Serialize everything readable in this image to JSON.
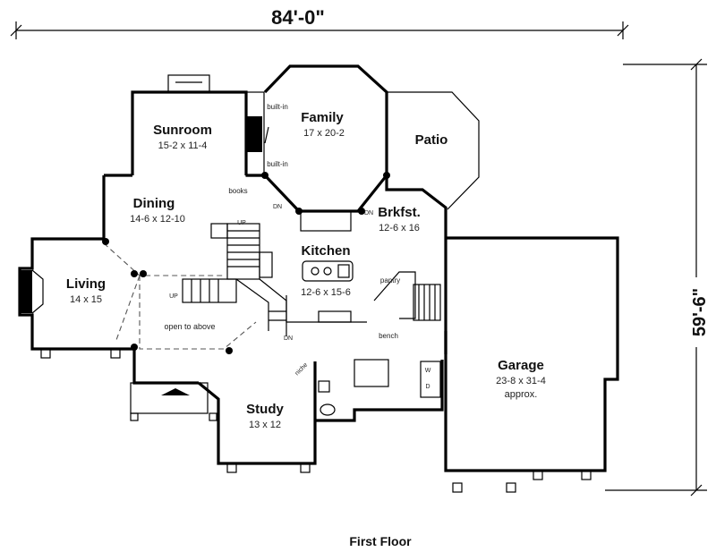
{
  "dimensions": {
    "width": "84'-0\"",
    "depth": "59'-6\""
  },
  "caption": "First Floor",
  "rooms": {
    "sunroom": {
      "name": "Sunroom",
      "size": "15-2 x 11-4"
    },
    "family": {
      "name": "Family",
      "size": "17 x 20-2"
    },
    "patio": {
      "name": "Patio"
    },
    "dining": {
      "name": "Dining",
      "size": "14-6 x 12-10"
    },
    "brkfst": {
      "name": "Brkfst.",
      "size": "12-6 x 16"
    },
    "kitchen": {
      "name": "Kitchen",
      "size": "12-6 x 15-6"
    },
    "living": {
      "name": "Living",
      "size": "14 x 15"
    },
    "garage": {
      "name": "Garage",
      "size": "23-8 x 31-4",
      "note": "approx."
    },
    "study": {
      "name": "Study",
      "size": "13 x 12"
    }
  },
  "notes": {
    "built_in_top": "built-in",
    "built_in_bottom": "built-in",
    "books": "books",
    "dn_family": "DN",
    "dn_brkfst": "DN",
    "up_stair_top": "UP",
    "up_stair_left": "UP",
    "dn_stair": "DN",
    "pantry": "pantry",
    "bench": "bench",
    "open_to_above": "open to above",
    "niche": "niche",
    "washer": "W",
    "dryer": "D"
  }
}
